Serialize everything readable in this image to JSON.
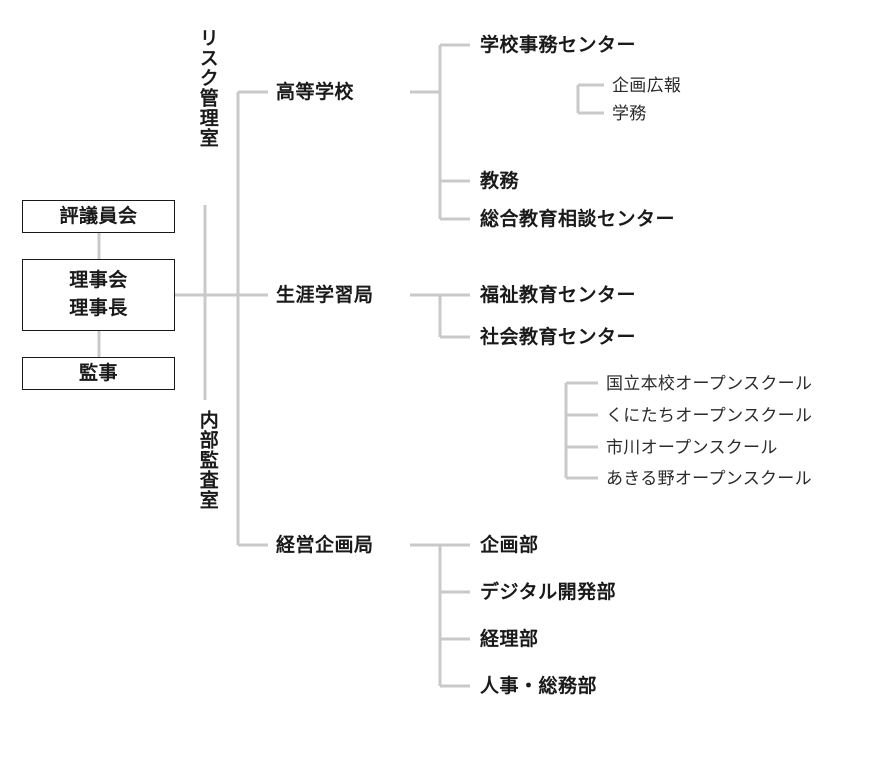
{
  "diagram": {
    "title": "organization-chart",
    "colors": {
      "text": "#1a1a1a",
      "sub_text": "#2b2b2b",
      "connector": "#c9c9c9",
      "box_border": "#1a1a1a",
      "background": "#ffffff"
    }
  },
  "governance": {
    "councillors": {
      "label": "評議員会"
    },
    "board": {
      "line1": "理事会",
      "line2": "理事長"
    },
    "auditor": {
      "label": "監事"
    }
  },
  "staff_offices": {
    "risk": {
      "label": "リスク管理室"
    },
    "audit": {
      "label": "内部監査室"
    }
  },
  "divisions": [
    {
      "label": "高等学校",
      "children": [
        {
          "label": "学校事務センター",
          "children": [
            {
              "label": "企画広報"
            },
            {
              "label": "学務"
            }
          ]
        },
        {
          "label": "教務",
          "children": []
        },
        {
          "label": "総合教育相談センター",
          "children": []
        }
      ]
    },
    {
      "label": "生涯学習局",
      "children": [
        {
          "label": "福祉教育センター",
          "children": []
        },
        {
          "label": "社会教育センター",
          "children": [
            {
              "label": "国立本校オープンスクール"
            },
            {
              "label": "くにたちオープンスクール"
            },
            {
              "label": "市川オープンスクール"
            },
            {
              "label": "あきる野オープンスクール"
            }
          ]
        }
      ]
    },
    {
      "label": "経営企画局",
      "children": [
        {
          "label": "企画部",
          "children": []
        },
        {
          "label": "デジタル開発部",
          "children": []
        },
        {
          "label": "経理部",
          "children": []
        },
        {
          "label": "人事・総務部",
          "children": []
        }
      ]
    }
  ]
}
